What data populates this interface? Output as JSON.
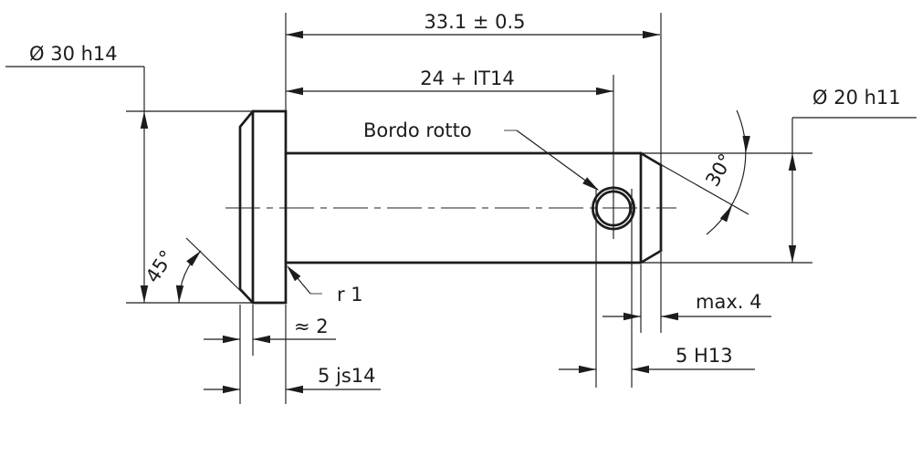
{
  "dimensions": {
    "overall_length": "33.1 ± 0.5",
    "hole_position": "24 + IT14",
    "head_diameter": "Ø 30 h14",
    "shaft_diameter": "Ø 20 h11",
    "head_chamfer_angle": "45°",
    "end_chamfer_angle": "30°",
    "head_cone_width": "≈ 2",
    "head_thickness": "5 js14",
    "end_chamfer_length": "max. 4",
    "hole_diameter": "5 H13"
  },
  "annotations": {
    "broken_edge_note": "Bordo rotto",
    "fillet_radius": "r 1"
  },
  "colors": {
    "line": "#1c1c1c",
    "background": "#ffffff"
  }
}
